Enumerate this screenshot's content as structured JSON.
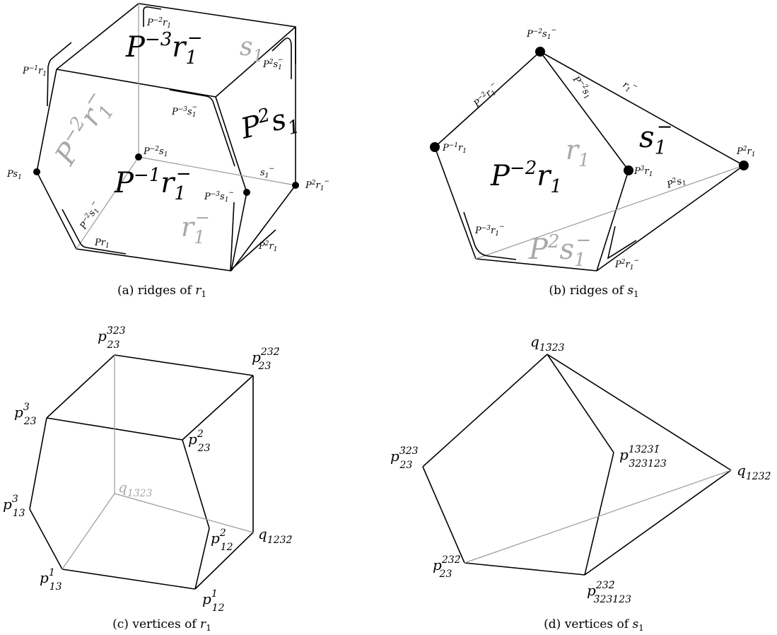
{
  "panels": {
    "a": {
      "caption": "(a) ridges of r₁",
      "vertex_labels": [
        "Ps₁",
        "P⁻²s₁",
        "P²r₁⁻",
        "P⁻³s₁⁻"
      ],
      "edge_labels": [
        "P⁻²r₁",
        "P⁻¹r₁",
        "P²s₁⁻",
        "P⁻³s₁⁻",
        "s₁⁻",
        "P⁻²s₁⁻",
        "Pr₁",
        "P²r₁"
      ],
      "face_labels": [
        "P⁻³r₁⁻",
        "s₁",
        "P⁻²r₁⁻",
        "P²s₁",
        "P⁻¹r₁⁻",
        "r₁⁻"
      ]
    },
    "b": {
      "caption": "(b) ridges of s₁",
      "vertex_labels": [
        "P⁻²s₁⁻",
        "P⁻¹r₁",
        "P³r₁",
        "P²r₁"
      ],
      "edge_labels": [
        "P⁻²r₁⁻",
        "P⁻²s₁",
        "r₁⁻",
        "P²s₁",
        "P⁻³r₁⁻",
        "P²r₁⁻"
      ],
      "face_labels": [
        "r₁",
        "s₁⁻",
        "P⁻²r₁",
        "P²s₁⁻"
      ]
    },
    "c": {
      "caption": "(c) vertices of r₁",
      "vertex_labels": [
        "p₂₃ (3̄23)",
        "p₂₃ (232̄)",
        "p₂₃ (3)",
        "p₂₃ (2)",
        "q₁₃̄23",
        "p₁₃ (3)",
        "p₁₂ (2)",
        "q₁₂₃₂̄",
        "p₁₃ (1)",
        "p₁₂ (1)"
      ]
    },
    "d": {
      "caption": "(d) vertices of s₁",
      "vertex_labels": [
        "q₁₃̄23",
        "p₂₃ (3̄23)",
        "p (13̄231̄ / 3̄23123)",
        "q₁₂₃₂̄",
        "p₂₃ (232̄)",
        "p (232̄ / 3̄23123)"
      ]
    }
  }
}
